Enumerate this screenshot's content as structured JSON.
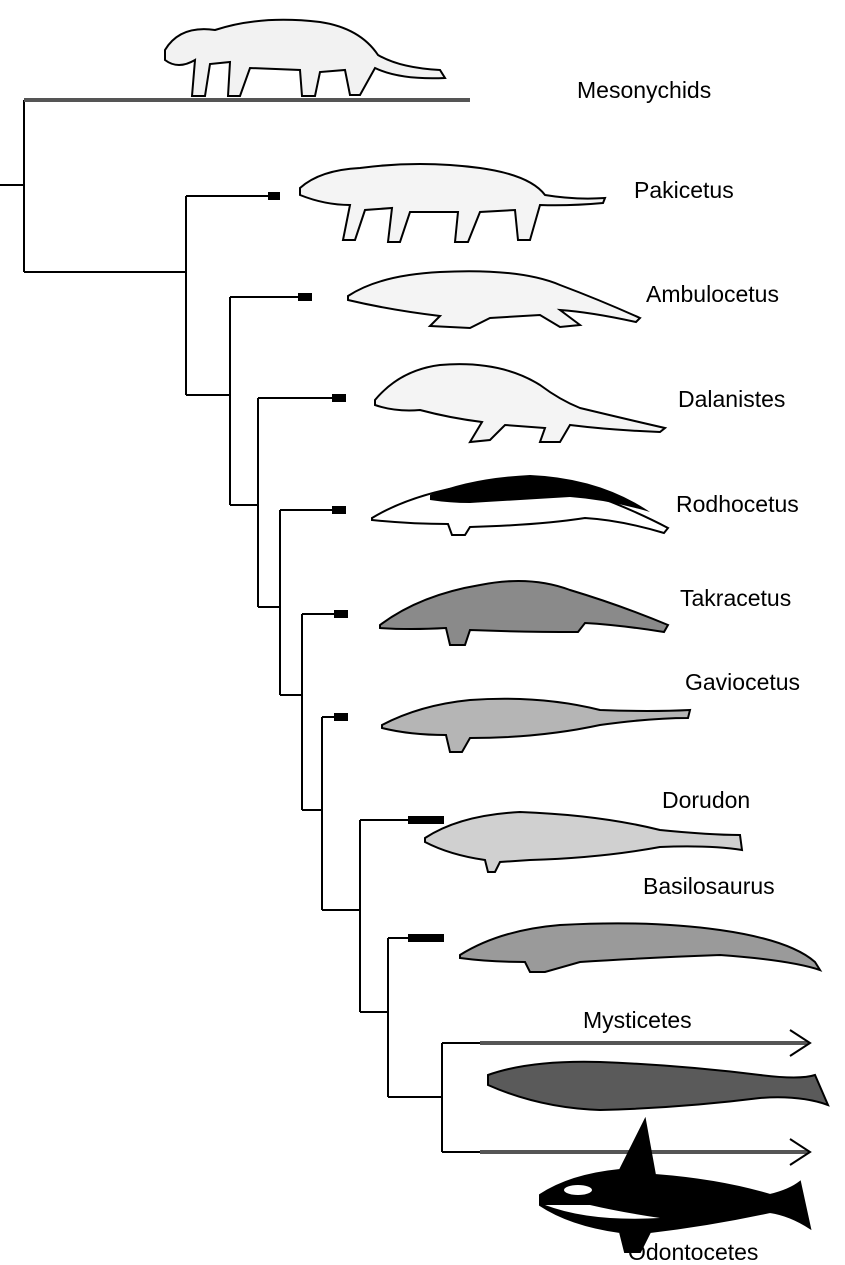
{
  "taxa": {
    "mesonychids": "Mesonychids",
    "pakicetus": "Pakicetus",
    "ambulocetus": "Ambulocetus",
    "dalanistes": "Dalanistes",
    "rodhocetus": "Rodhocetus",
    "takracetus": "Takracetus",
    "gaviocetus": "Gaviocetus",
    "dorudon": "Dorudon",
    "basilosaurus": "Basilosaurus",
    "mysticetes": "Mysticetes",
    "odontocetes": "Odontocetes"
  },
  "colors": {
    "line": "#000000",
    "background": "#ffffff"
  }
}
